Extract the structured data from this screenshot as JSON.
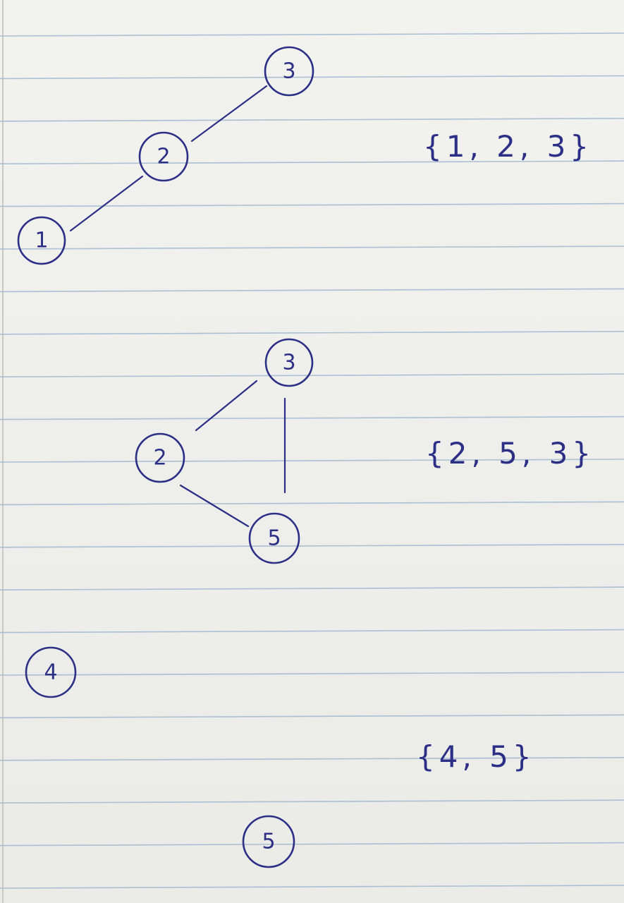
{
  "ink_color": "#2b2f86",
  "rule_color": "#9fb8cf",
  "graphs": [
    {
      "nodes": [
        {
          "id": "g1-n3",
          "label": "3"
        },
        {
          "id": "g1-n2",
          "label": "2"
        },
        {
          "id": "g1-n1",
          "label": "1"
        }
      ],
      "edges": [
        [
          "g1-n3",
          "g1-n2"
        ],
        [
          "g1-n2",
          "g1-n1"
        ]
      ],
      "set": "{1, 2, 3}"
    },
    {
      "nodes": [
        {
          "id": "g2-n3",
          "label": "3"
        },
        {
          "id": "g2-n2",
          "label": "2"
        },
        {
          "id": "g2-n5",
          "label": "5"
        }
      ],
      "edges": [
        [
          "g2-n3",
          "g2-n2"
        ],
        [
          "g2-n3",
          "g2-n5"
        ],
        [
          "g2-n2",
          "g2-n5"
        ]
      ],
      "set": "{2, 5, 3}"
    },
    {
      "nodes": [
        {
          "id": "g3-n4",
          "label": "4"
        },
        {
          "id": "g3-n5",
          "label": "5"
        }
      ],
      "edges": [],
      "set": "{4, 5}"
    }
  ]
}
